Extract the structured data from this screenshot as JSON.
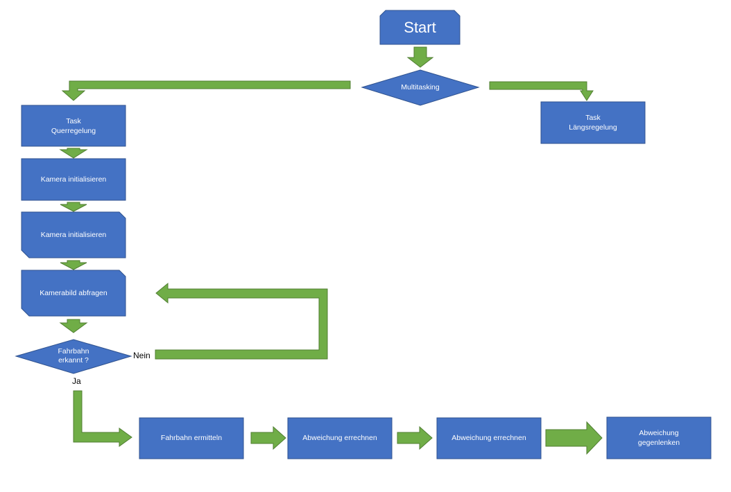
{
  "colors": {
    "shape_fill": "#4472c4",
    "shape_border": "#2f528f",
    "arrow_fill": "#70ad47",
    "arrow_border": "#507e32",
    "shape_text": "#ffffff"
  },
  "nodes": {
    "start": "Start",
    "multitasking": "Multitasking",
    "task_quer": "Task\nQuerregelung",
    "task_laengs": "Task\nLängsregelung",
    "kamera_init_1": "Kamera initialisieren",
    "kamera_init_2": "Kamera initialisieren",
    "kamerabild": "Kamerabild abfragen",
    "fahrbahn_erkannt": "Fahrbahn\nerkannt ?",
    "fahrbahn_ermitteln": "Fahrbahn ermitteln",
    "abweichung_1": "Abweichung errechnen",
    "abweichung_2": "Abweichung errechnen",
    "gegenlenken": "Abweichung\ngegenlenken"
  },
  "edge_labels": {
    "nein": "Nein",
    "ja": "Ja"
  }
}
